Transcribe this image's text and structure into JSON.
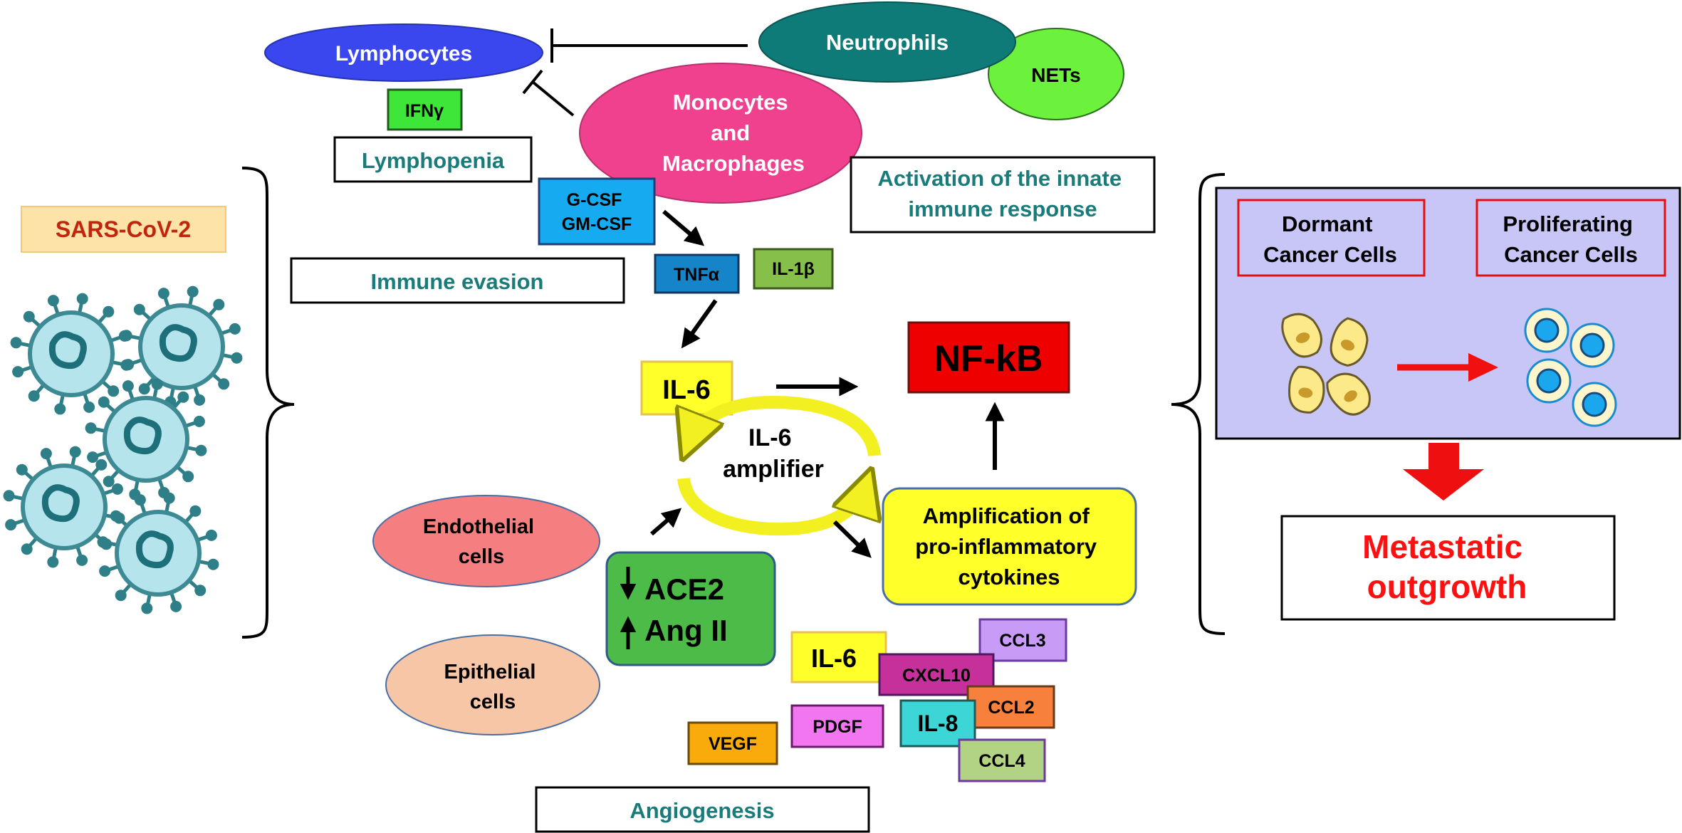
{
  "virus": {
    "label": "SARS-CoV-2"
  },
  "cells": {
    "lymphocytes": "Lymphocytes",
    "neutrophils": "Neutrophils",
    "nets": "NETs",
    "monocytes": [
      "Monocytes",
      "and",
      "Macrophages"
    ],
    "endothelial": [
      "Endothelial",
      "cells"
    ],
    "epithelial": [
      "Epithelial",
      "cells"
    ]
  },
  "labels": {
    "lymphopenia": "Lymphopenia",
    "immune_evasion": "Immune evasion",
    "innate": [
      "Activation of the innate",
      "immune response"
    ],
    "angiogenesis": "Angiogenesis",
    "amplification": [
      "Amplification of",
      "pro-inflammatory",
      "cytokines"
    ],
    "amplifier": [
      "IL-6",
      "amplifier"
    ],
    "metastatic": [
      "Metastatic",
      "outgrowth"
    ],
    "dormant": [
      "Dormant",
      "Cancer Cells"
    ],
    "proliferating": [
      "Proliferating",
      "Cancer Cells"
    ]
  },
  "molecules": {
    "ifng": "IFNγ",
    "gcsf": [
      "G-CSF",
      "GM-CSF"
    ],
    "tnfa": "TNFα",
    "il1b": "IL-1β",
    "il6_top": "IL-6",
    "nfkb": "NF-kB",
    "ace2": "ACE2",
    "angii": "Ang II",
    "il6_bottom": "IL-6",
    "cxcl10": "CXCL10",
    "ccl3": "CCL3",
    "ccl2": "CCL2",
    "il8": "IL-8",
    "ccl4": "CCL4",
    "pdgf": "PDGF",
    "vegf": "VEGF"
  },
  "colors": {
    "lymphocytes": "#3b47ee",
    "neutrophils": "#0f7b78",
    "nets": "#6cf23c",
    "monocytes": "#f0418e",
    "endothelial": "#f57f80",
    "epithelial": "#f7c6a6",
    "teal_text": "#1a7c7a",
    "virus_text": "#c0260e",
    "nfkb": "#ee0000",
    "metastatic_text": "#ff1010",
    "cancer_panel": "#c8c6f6",
    "ace2_box": "#4cbb48"
  }
}
